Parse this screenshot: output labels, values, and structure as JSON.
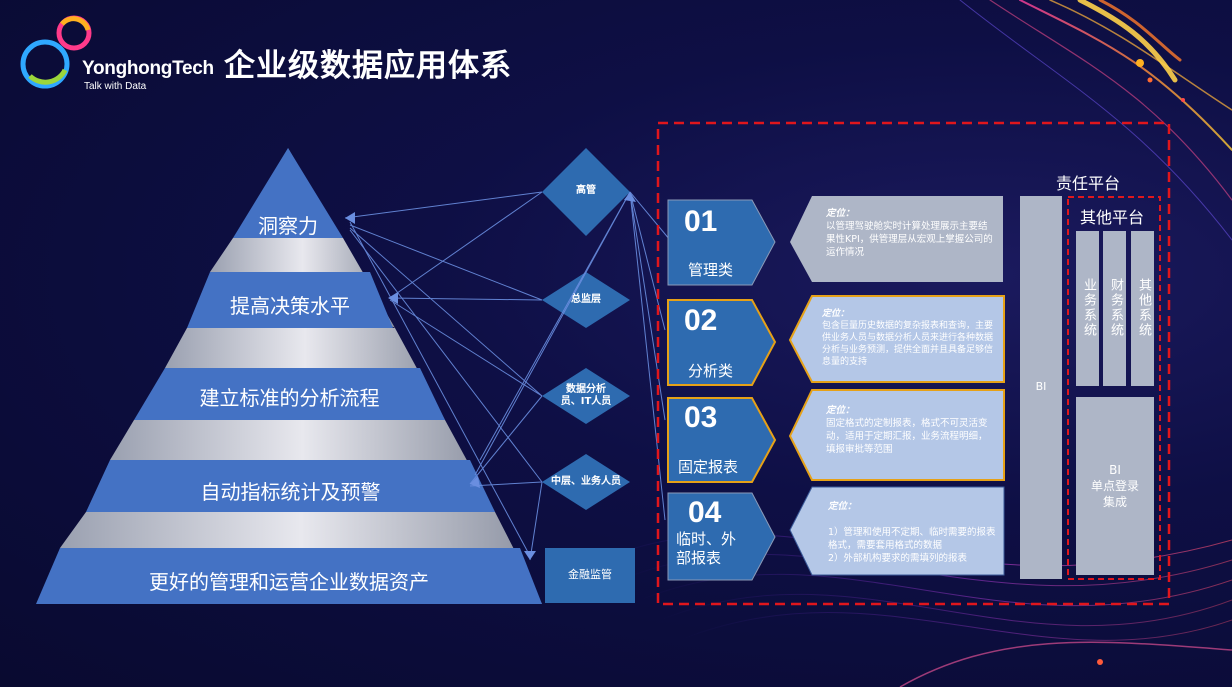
{
  "header": {
    "logo_name": "YonghongTech",
    "logo_tagline": "Talk with Data",
    "title": "企业级数据应用体系"
  },
  "pyramid": [
    {
      "label": "洞察力"
    },
    {
      "label": "提高决策水平"
    },
    {
      "label": "建立标准的分析流程"
    },
    {
      "label": "自动指标统计及预警"
    },
    {
      "label": "更好的管理和运营企业数据资产"
    }
  ],
  "roles": [
    {
      "label": "高管"
    },
    {
      "label": "总监层"
    },
    {
      "label": "数据分析员、IT人员"
    },
    {
      "label": "中层、业务人员"
    },
    {
      "label": "金融监管"
    }
  ],
  "cards": [
    {
      "num": "01",
      "name": "管理类",
      "desc_head": "定位：",
      "desc": "以管理驾驶舱实时计算处理展示主要结果性KPI，供管理层从宏观上掌握公司的运作情况"
    },
    {
      "num": "02",
      "name": "分析类",
      "desc_head": "定位：",
      "desc": "包含巨量历史数据的复杂报表和查询，主要供业务人员与数据分析人员来进行各种数据分析与业务预测，提供全面并且具备足够信息量的支持"
    },
    {
      "num": "03",
      "name": "固定报表",
      "desc_head": "定位：",
      "desc": "固定格式的定制报表，格式不可灵活变动，适用于定期汇报，业务流程明细，填报审批等范围"
    },
    {
      "num": "04",
      "name": "临时、外部报表",
      "desc_head": "定位：",
      "desc": "1）管理和使用不定期、临时需要的报表格式，需要套用格式的数据\n2）外部机构要求的需填列的报表"
    }
  ],
  "platform": {
    "outer_title": "责任平台",
    "inner_title": "其他平台",
    "bi_label": "BI",
    "systems": [
      "业务系统",
      "财务系统",
      "其他系统"
    ],
    "sso_label": "BI\n单点登录\n集成"
  },
  "colors": {
    "pyramid_blue": "#4472c4",
    "card_dark": "#2e6bb0",
    "card_light": "#b4c7e7",
    "gold_border": "#e6a117",
    "dashed_red": "#e0161c",
    "panel_gray": "#b0b8c8"
  }
}
